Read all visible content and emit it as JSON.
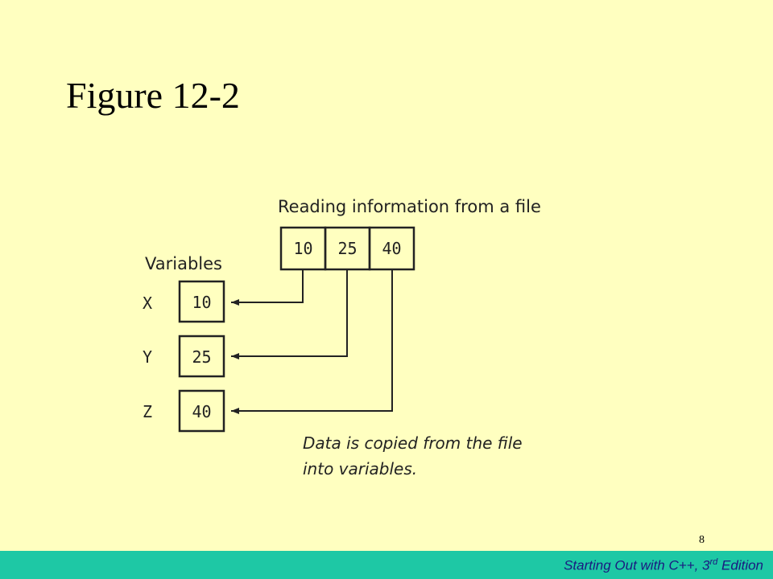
{
  "slide": {
    "title": "Figure 12-2",
    "page_number": "8"
  },
  "diagram": {
    "file_heading": "Reading information from a file",
    "file_values": [
      "10",
      "25",
      "40"
    ],
    "variables_heading": "Variables",
    "variables": [
      {
        "name": "X",
        "value": "10"
      },
      {
        "name": "Y",
        "value": "25"
      },
      {
        "name": "Z",
        "value": "40"
      }
    ],
    "caption_line1": "Data is copied from the file",
    "caption_line2": "into variables."
  },
  "footer": {
    "text_main": "Starting Out with C++, 3",
    "text_sup": "rd",
    "text_tail": " Edition"
  },
  "colors": {
    "background": "#ffffc0",
    "footer_bar": "#1ec8a5",
    "footer_text": "#1a1a80"
  }
}
